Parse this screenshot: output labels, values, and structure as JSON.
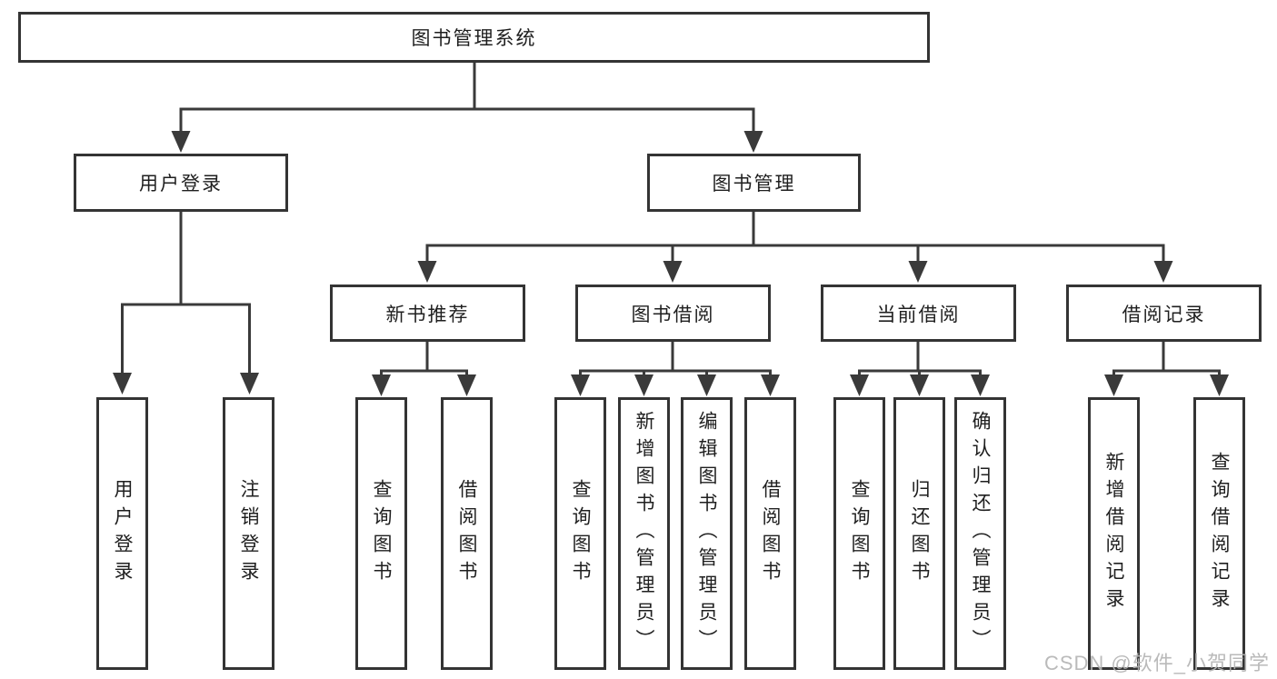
{
  "diagram": {
    "root": {
      "label": "图书管理系统"
    },
    "level2": [
      {
        "label": "用户登录"
      },
      {
        "label": "图书管理"
      }
    ],
    "level3": [
      {
        "label": "新书推荐"
      },
      {
        "label": "图书借阅"
      },
      {
        "label": "当前借阅"
      },
      {
        "label": "借阅记录"
      }
    ],
    "leaves": {
      "user_login": [
        "用户登录",
        "注销登录"
      ],
      "new_book_recommend": [
        "查询图书",
        "借阅图书"
      ],
      "book_borrow": [
        "查询图书",
        "新增图书（管理员）",
        "编辑图书（管理员）",
        "借阅图书"
      ],
      "current_borrow": [
        "查询图书",
        "归还图书",
        "确认归还（管理员）"
      ],
      "borrow_record": [
        "新增借阅记录",
        "查询借阅记录"
      ]
    }
  },
  "watermark": {
    "text": "CSDN @软件_小贺同学"
  },
  "colors": {
    "border": "#343434",
    "line": "#3a3a3a",
    "text": "#1f1f1f",
    "watermark": "#b5b5b5",
    "background": "#ffffff"
  }
}
